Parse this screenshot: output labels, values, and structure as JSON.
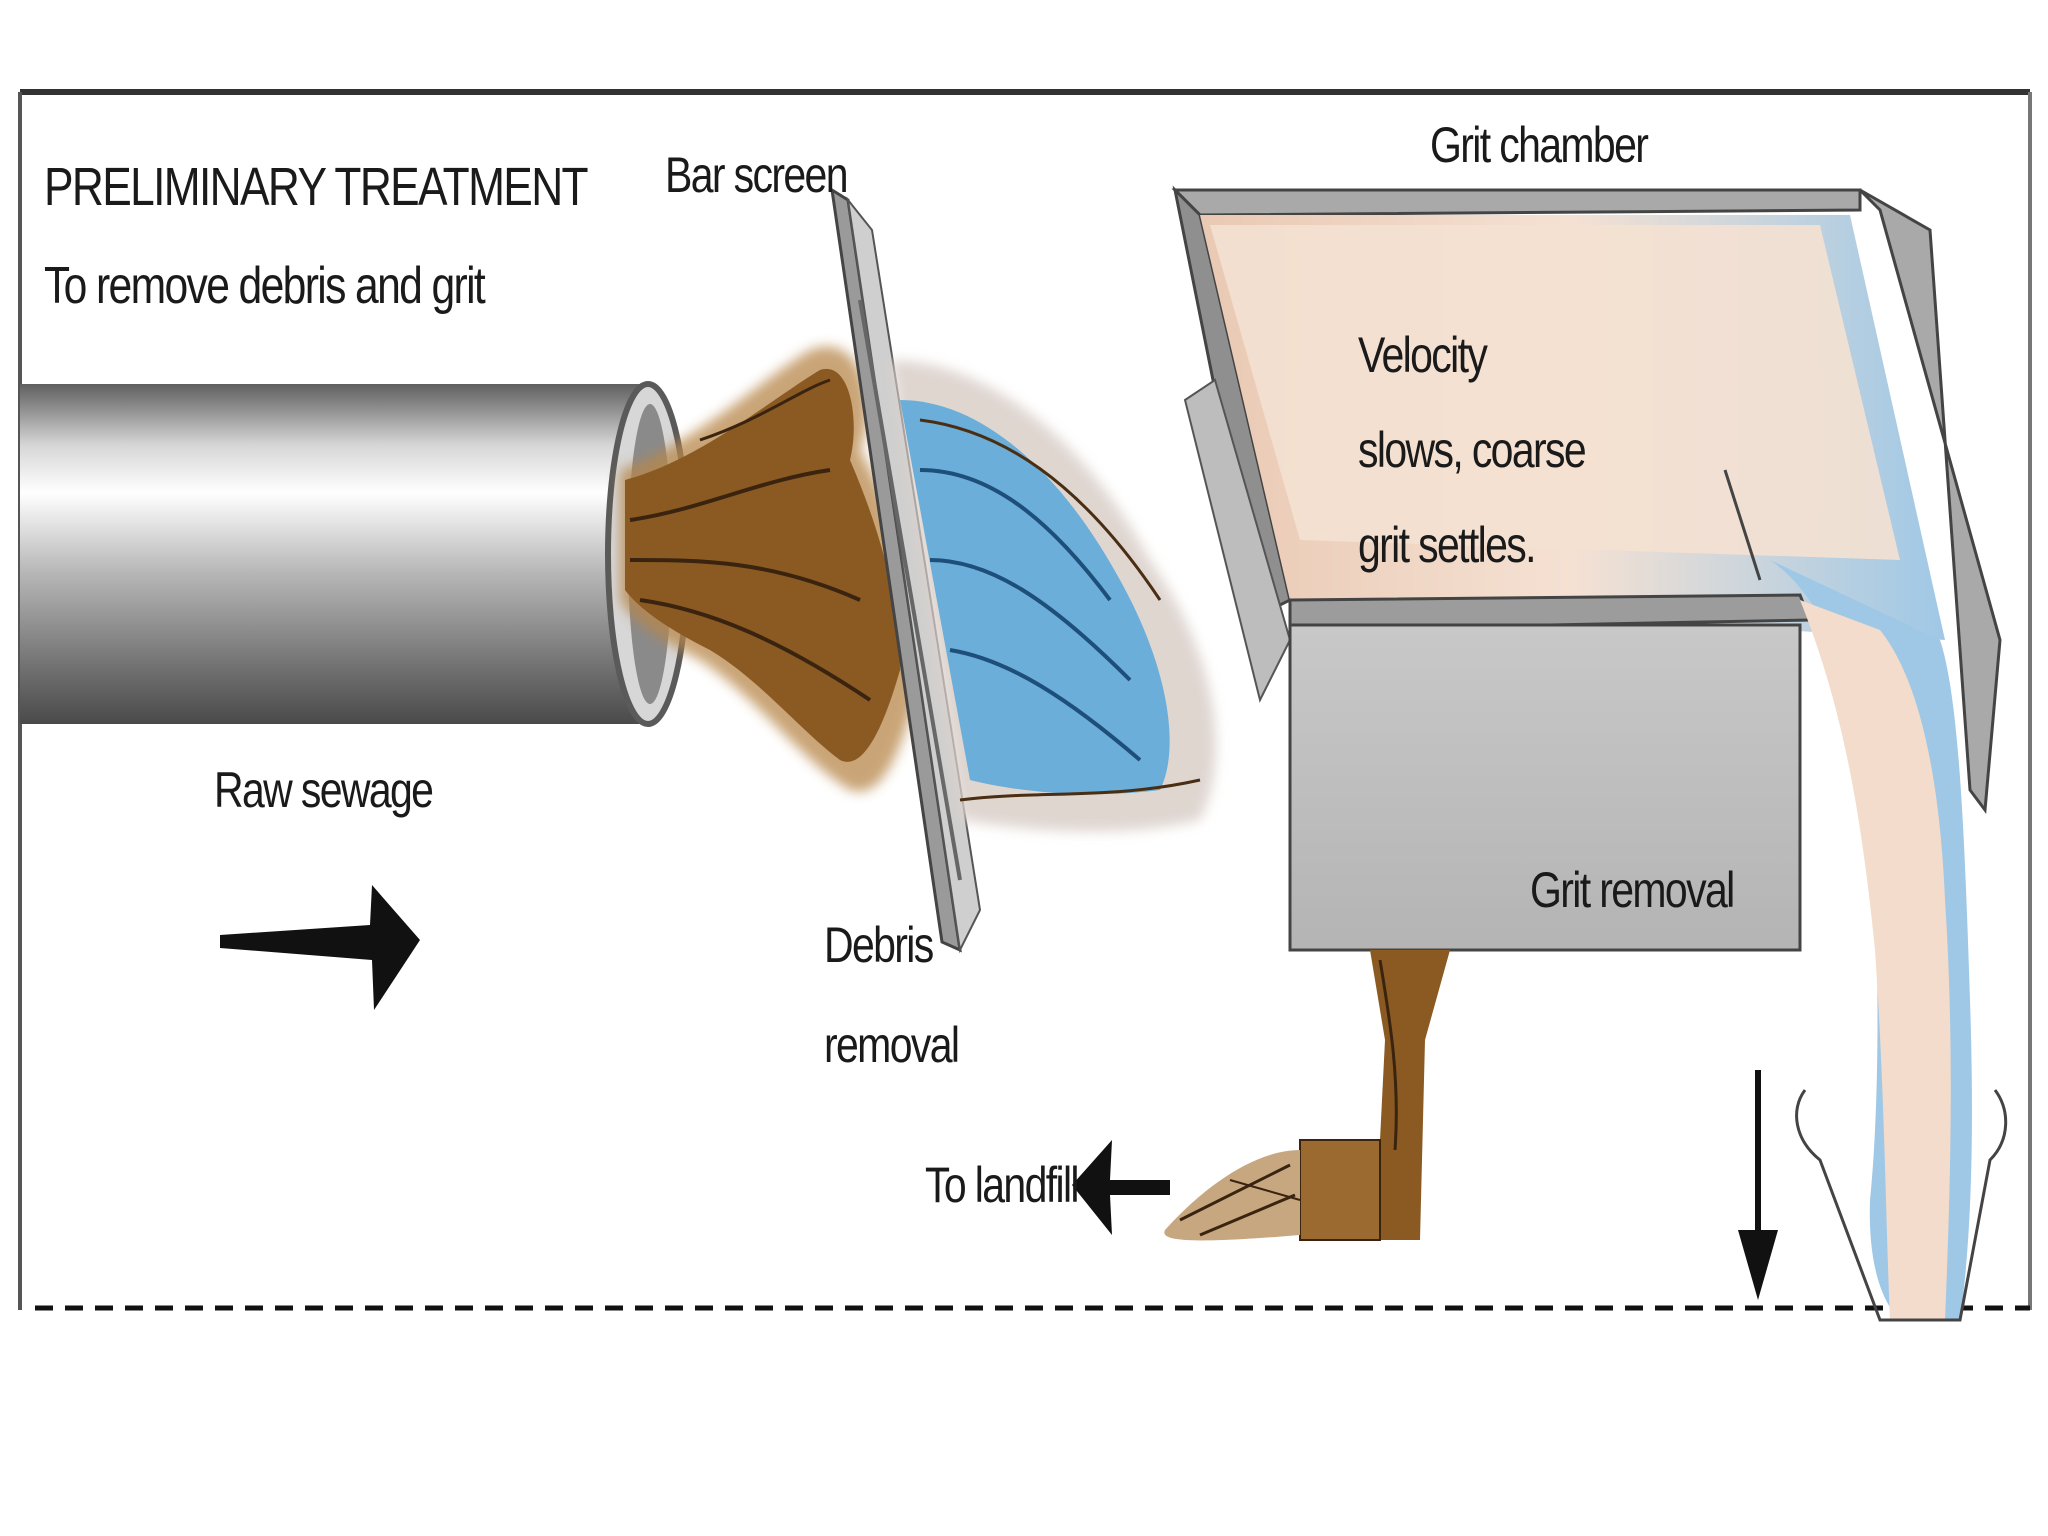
{
  "header": {
    "title": "PRELIMINARY TREATMENT",
    "subtitle": "To remove debris and grit"
  },
  "labels": {
    "raw_sewage": "Raw sewage",
    "bar_screen": "Bar screen",
    "debris_removal_line1": "Debris",
    "debris_removal_line2": "removal",
    "grit_chamber": "Grit chamber",
    "velocity_line1": "Velocity",
    "velocity_line2": "slows, coarse",
    "velocity_line3": "grit settles.",
    "grit_removal": "Grit removal",
    "to_landfill": "To landfill"
  },
  "colors": {
    "sewage_brown": "#8a5a22",
    "water_blue": "#7fb8dd",
    "grit_beige": "#f3dccb",
    "pipe_gray": "#9a9a9a",
    "frame_gray": "#b9b9b9"
  }
}
